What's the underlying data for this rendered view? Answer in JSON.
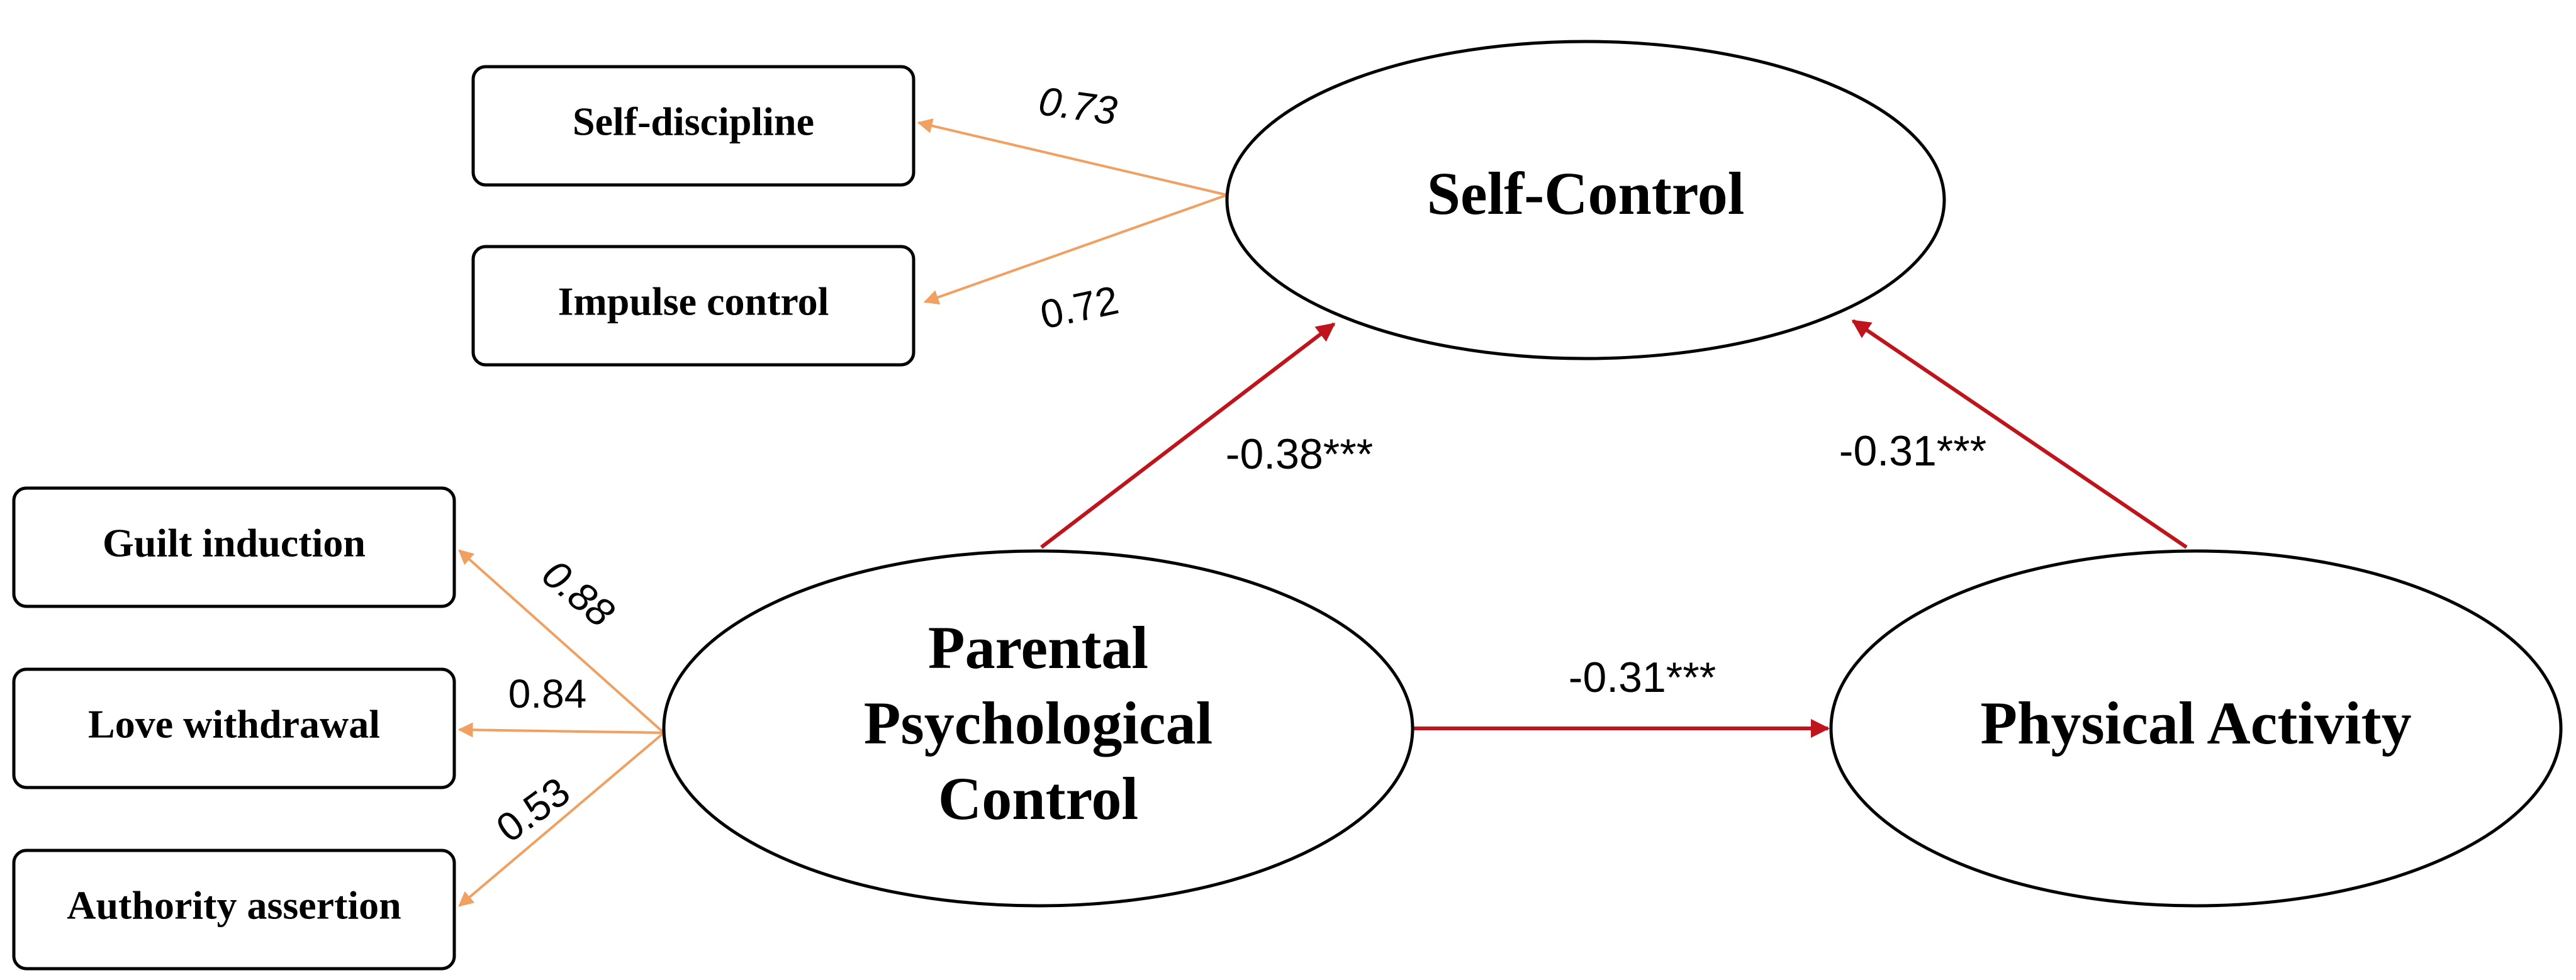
{
  "colors": {
    "loading_arrow": "#f0a060",
    "path_arrow": "#c0141c",
    "outline": "#000000"
  },
  "latents": {
    "self_control": "Self-Control",
    "parental_line1": "Parental",
    "parental_line2": "Psychological",
    "parental_line3": "Control",
    "physical_activity": "Physical Activity"
  },
  "indicators": {
    "self_discipline": "Self-discipline",
    "impulse_control": "Impulse control",
    "guilt_induction": "Guilt induction",
    "love_withdrawal": "Love withdrawal",
    "authority_assertion": "Authority assertion"
  },
  "loadings": {
    "self_discipline": "0.73",
    "impulse_control": "0.72",
    "guilt_induction": "0.88",
    "love_withdrawal": "0.84",
    "authority_assertion": "0.53"
  },
  "paths": {
    "ppc_to_sc": "-0.38***",
    "pa_to_sc": "-0.31***",
    "ppc_to_pa": "-0.31***"
  }
}
